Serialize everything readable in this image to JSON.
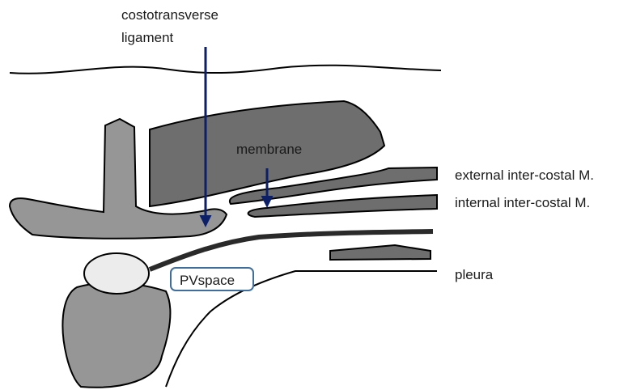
{
  "labels": {
    "costotransverse_line1": "costotransverse",
    "costotransverse_line2": "ligament",
    "membrane": "membrane",
    "external_intercostal": "external inter-costal M.",
    "internal_intercostal": "internal inter-costal M.",
    "pleura": "pleura",
    "pv_space": "PVspace"
  },
  "colors": {
    "tissue_dark": "#6e6e6e",
    "tissue_medium": "#969696",
    "bone_light": "#ececec",
    "outline": "#000000",
    "arrow": "#0d1f66",
    "pv_box_border": "#3f6e9c",
    "text": "#1a1a1a"
  }
}
